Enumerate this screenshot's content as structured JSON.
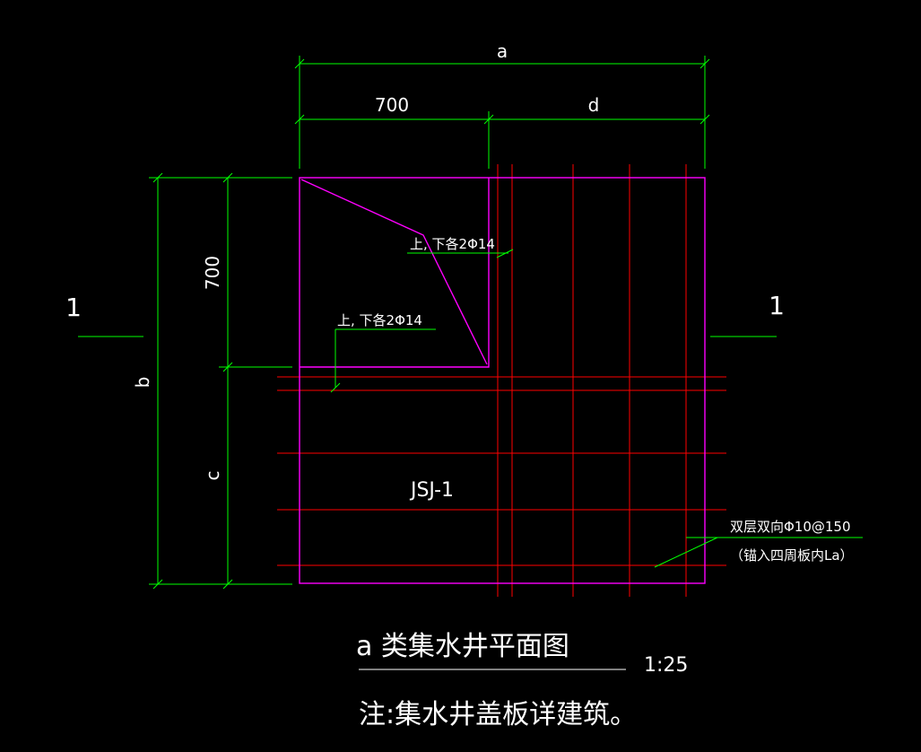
{
  "colors": {
    "background": "#000000",
    "dimension": "#00ff00",
    "outline": "#ff00ff",
    "rebar": "#ff0000",
    "text": "#ffffff"
  },
  "dimensions": {
    "top_overall": "a",
    "top_left": "700",
    "top_right": "d",
    "left_overall": "b",
    "left_upper": "700",
    "left_lower": "c"
  },
  "rebar_notes": {
    "upper": "上, 下各2Φ14",
    "lower": "上, 下各2Φ14",
    "mesh_line1": "双层双向Φ10@150",
    "mesh_line2": "（锚入四周板内La）"
  },
  "section_marks": {
    "left": "1",
    "right": "1"
  },
  "pit_label": "JSJ-1",
  "title": {
    "main": "a 类集水井平面图",
    "scale": "1:25"
  },
  "footnote": "注:集水井盖板详建筑。"
}
